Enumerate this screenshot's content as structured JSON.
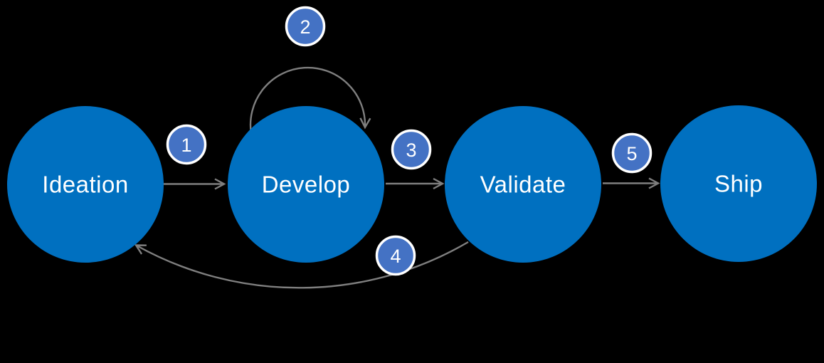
{
  "colors": {
    "background": "#000000",
    "node_fill": "#0070C0",
    "node_text": "#FFFFFF",
    "badge_fill": "#4472C4",
    "badge_ring": "#FFFFFF",
    "badge_text": "#FFFFFF",
    "arrow": "#7F7F7F"
  },
  "diagram": {
    "nodes": [
      {
        "label": "Ideation"
      },
      {
        "label": "Develop"
      },
      {
        "label": "Validate"
      },
      {
        "label": "Ship"
      }
    ],
    "badges": [
      {
        "number": "1"
      },
      {
        "number": "2"
      },
      {
        "number": "3"
      },
      {
        "number": "4"
      },
      {
        "number": "5"
      }
    ],
    "edges": [
      {
        "badge": "1",
        "from": "Ideation",
        "to": "Develop",
        "style": "straight"
      },
      {
        "badge": "2",
        "from": "Develop",
        "to": "Develop",
        "style": "self-loop"
      },
      {
        "badge": "3",
        "from": "Develop",
        "to": "Validate",
        "style": "straight"
      },
      {
        "badge": "4",
        "from": "Validate",
        "to": "Ideation",
        "style": "return-arc"
      },
      {
        "badge": "5",
        "from": "Validate",
        "to": "Ship",
        "style": "straight"
      }
    ]
  }
}
